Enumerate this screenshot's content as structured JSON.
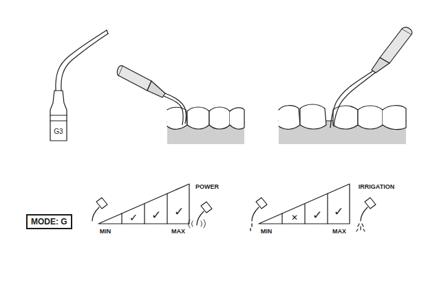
{
  "diagram": {
    "nodes": [
      {
        "text": [
          "MODE: G"
        ]
      }
    ],
    "edges": [],
    "labels": [
      "G3",
      "POWER",
      "MIN",
      "MAX",
      "IRRIGATION",
      "MIN",
      "MAX",
      "✓",
      "✓",
      "✓",
      "✕",
      "✓",
      "✓"
    ]
  }
}
